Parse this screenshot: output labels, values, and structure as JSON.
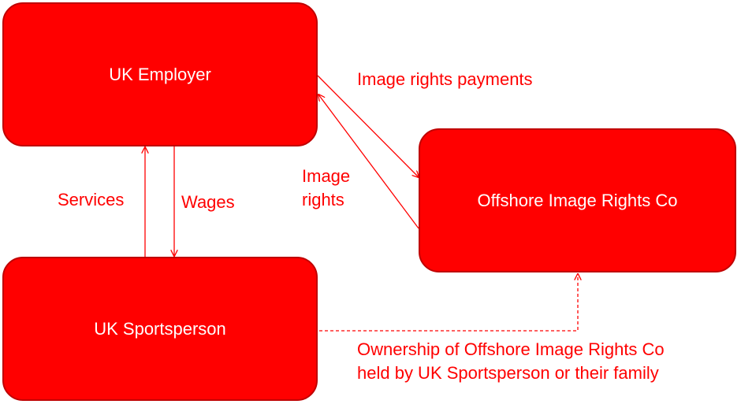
{
  "nodes": {
    "employer": "UK Employer",
    "sportsperson": "UK Sportsperson",
    "offshore": "Offshore Image Rights Co"
  },
  "edges": {
    "image_rights_payments": "Image rights payments",
    "services": "Services",
    "wages": "Wages",
    "image_rights": [
      "Image",
      "rights"
    ],
    "ownership": [
      "Ownership of Offshore Image Rights Co",
      "held by UK Sportsperson or their family"
    ]
  },
  "colors": {
    "box_fill": "#ff0000",
    "box_border": "#c00000",
    "text_on_box": "#ffffff",
    "arrow": "#ff0000"
  }
}
